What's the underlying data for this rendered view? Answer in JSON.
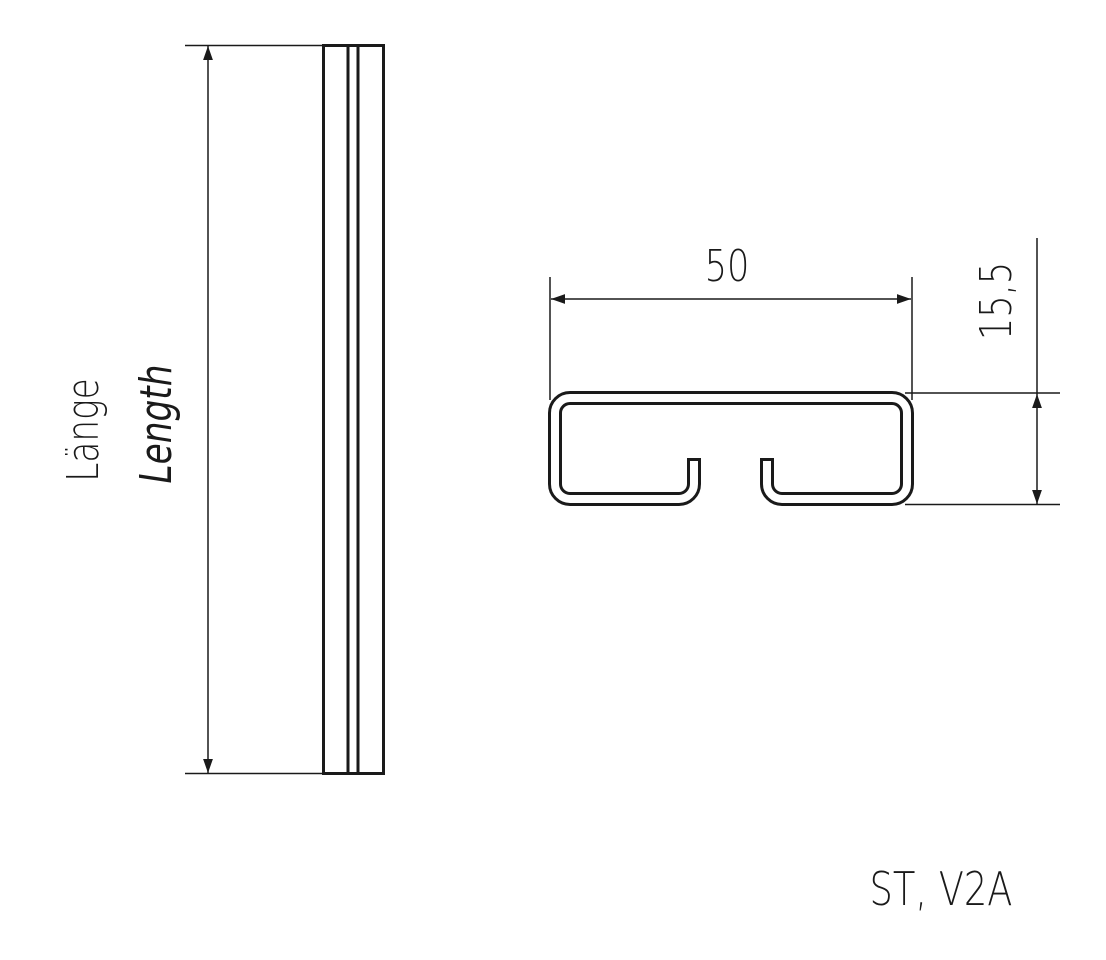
{
  "labels": {
    "length_de": "Länge",
    "length_en": "Length",
    "width_dim": "50",
    "height_dim": "15,5",
    "material": "ST, V2A"
  },
  "colors": {
    "line": "#1a1a1a",
    "background": "#ffffff"
  }
}
